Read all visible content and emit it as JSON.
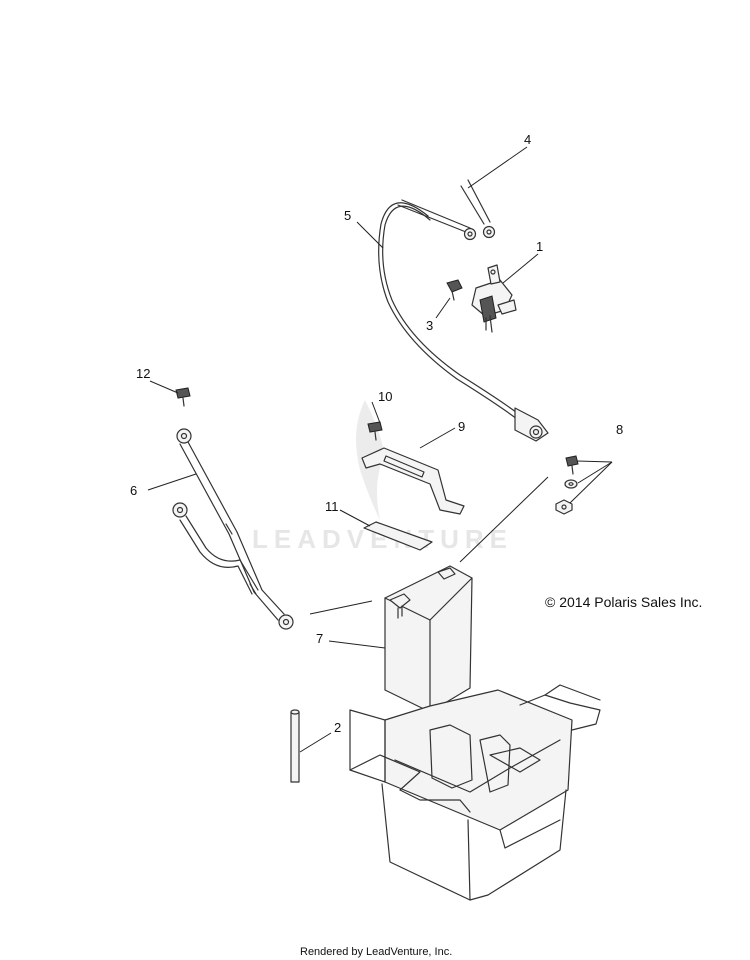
{
  "diagram": {
    "callouts": [
      {
        "id": "1",
        "label": "1"
      },
      {
        "id": "2",
        "label": "2"
      },
      {
        "id": "3",
        "label": "3"
      },
      {
        "id": "4",
        "label": "4"
      },
      {
        "id": "5",
        "label": "5"
      },
      {
        "id": "6",
        "label": "6"
      },
      {
        "id": "7",
        "label": "7"
      },
      {
        "id": "8",
        "label": "8"
      },
      {
        "id": "9",
        "label": "9"
      },
      {
        "id": "10",
        "label": "10"
      },
      {
        "id": "11",
        "label": "11"
      },
      {
        "id": "12",
        "label": "12"
      }
    ],
    "copyright": "© 2014 Polaris Sales Inc.",
    "watermark": "LEADVENTURE",
    "footer": "Rendered by LeadVenture, Inc."
  }
}
